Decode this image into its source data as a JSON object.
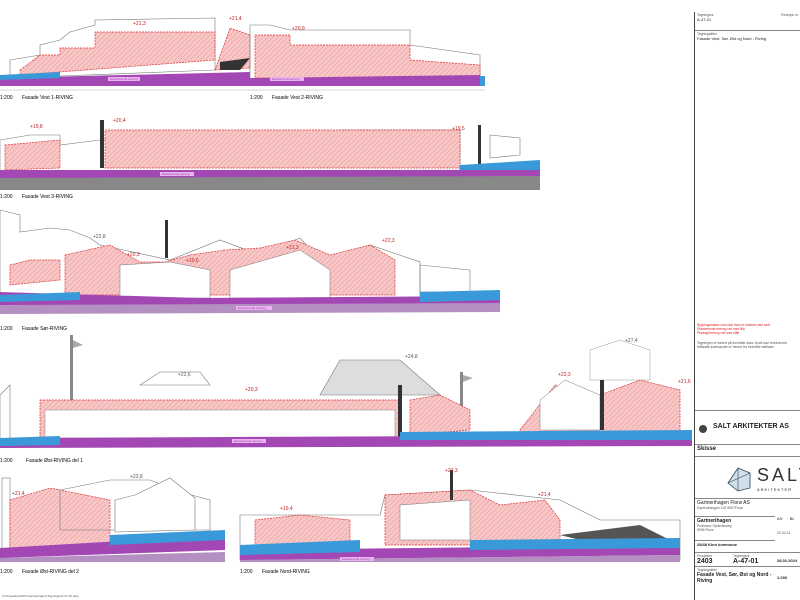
{
  "drawing": {
    "number": "A-47-01",
    "title_block_title": "Fasade Vest, Sør, Øst og Nord - Riving",
    "title_line1": "Fasade Vest, Sør, Øst og Nord -",
    "title_line2": "Riving",
    "status": "Skisse",
    "project_no": "2403",
    "date": "28.02.2024",
    "scale": "1:200",
    "date_small": "22.02.24"
  },
  "company": {
    "name": "SALT ARKITEKTER AS",
    "logo_text": "SALT",
    "logo_sub": "ARKITEKTER"
  },
  "client": {
    "name": "Gartnerihagen Florø AS",
    "address": "Dyrekolhaugen 102 6907Florø"
  },
  "project": {
    "name": "Gartnerihagen",
    "address": "Professor Gjelsviksveg",
    "city": "6906 Florø",
    "gnr": "28/48 Kinn kommune"
  },
  "labels": {
    "tegning_nr": "Tegningsnr",
    "tegningstittel": "Tegningstittel",
    "revisjon": "Revisjon nr.",
    "prosjektnr": "Prosjektnr",
    "tegningsnr2": "Tegningsnr",
    "tittel2": "Tegningstittel",
    "ab": "AH",
    "bl": "BL"
  },
  "notes": {
    "red1": "Bygningsmasse som skal rives er markert med rødt",
    "red2": "Eksisterende terreng vist med lilla",
    "red3": "Planlagt terreng vist med blått",
    "gray1": "Tegningen er basert på innmålte data. Avvik kan forekomme.",
    "gray2": "Målsatte kotehøyder er hentet fra innmålte takflater."
  },
  "footnote": "Z:\\Prosjekter\\2403 Gartnerihagen\\Tegninger\\A-47-01.dwg",
  "elevations": [
    {
      "caption_scale": "1:200",
      "caption": "Fasade Vest 1-RIVING",
      "heights": [
        "+21,3",
        "+21,4"
      ],
      "grade": "Eksisterende terreng"
    },
    {
      "caption_scale": "1:200",
      "caption": "Fasade Vest 2-RIVING",
      "heights": [
        "+20,9"
      ],
      "grade": "Eksisterende terreng"
    },
    {
      "caption_scale": "1:200",
      "caption": "Fasade Vest 3-RIVING",
      "heights": [
        "+19,8",
        "+20,4",
        "+19,5"
      ],
      "grade": "Eksisterende terreng"
    },
    {
      "caption_scale": "1:200",
      "caption": "Fasade Sør-RIVING",
      "heights": [
        "+22,8",
        "+20,3",
        "+19,6",
        "+21,3",
        "+22,3"
      ],
      "grade": "Eksisterende terreng"
    },
    {
      "caption_scale": "1:200",
      "caption": "Fasade Øst-RIVING  del 1",
      "heights": [
        "+22,6",
        "+20,3",
        "+24,8",
        "+22,3",
        "+27,4",
        "+21,6"
      ],
      "grade": "Eksisterende terreng"
    },
    {
      "caption_scale": "1:200",
      "caption": "Fasade Øst-RIVING  del 2",
      "heights": [
        "+23,8",
        "+21,4"
      ],
      "grade": ""
    },
    {
      "caption_scale": "1:200",
      "caption": "Fasade Nord-RIVING",
      "heights": [
        "+19,4",
        "+22,3",
        "+21,4"
      ],
      "grade": "Eksisterende terreng"
    }
  ]
}
